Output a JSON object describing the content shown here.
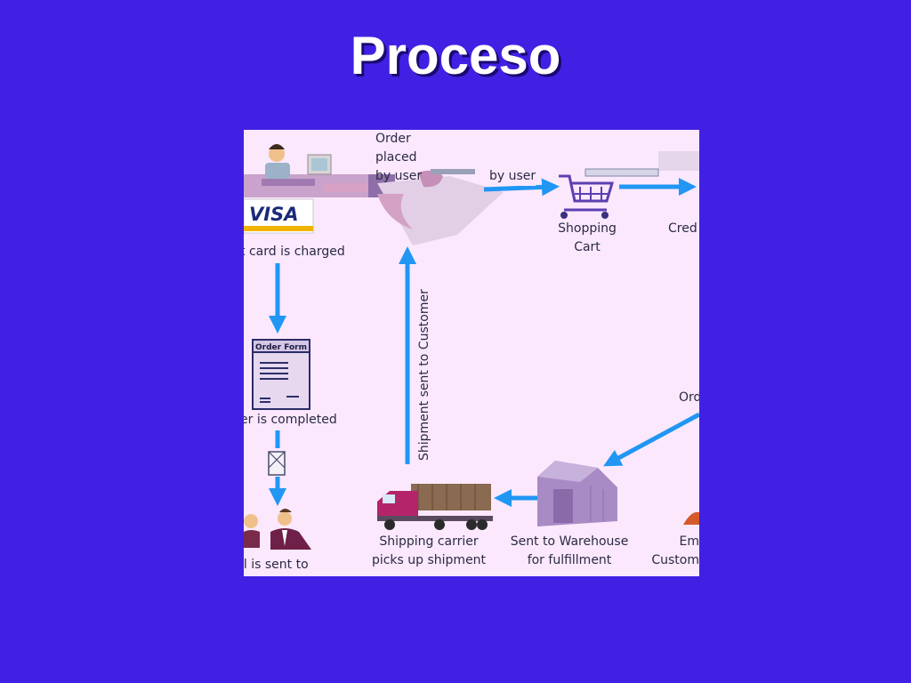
{
  "slide": {
    "title": "Proceso"
  },
  "diagram": {
    "colors": {
      "background": "#fbe8fd",
      "arrow": "#2196f3",
      "slide": "#4120e3"
    },
    "labels": {
      "order_placed": "Order\nplaced\nby user",
      "by_user": "by user",
      "shopping_cart": "Shopping\nCart",
      "credit": "Cred",
      "card_charged": "t card is charged",
      "order_form_heading": "Order Form",
      "order_completed": "er is completed",
      "email_sent": "il is sent to",
      "shipment_sent": "Shipment sent to Customer",
      "shipping_carrier": "Shipping carrier\npicks up shipment",
      "warehouse": "Sent to Warehouse\nfor fulfillment",
      "order_right": "Ord",
      "email_customer": "Em\nCustom",
      "visa": "VISA"
    }
  }
}
